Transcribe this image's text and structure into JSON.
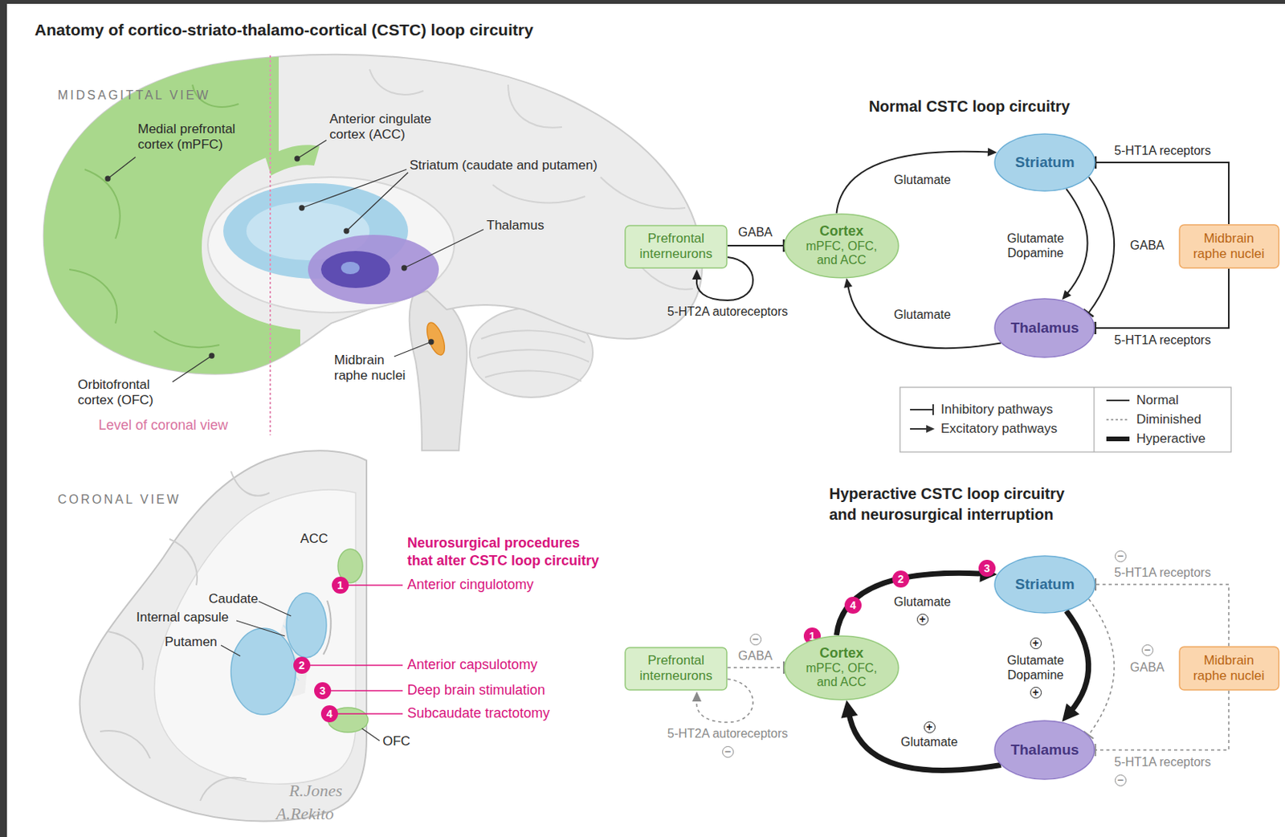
{
  "diagram": {
    "title": "Anatomy of cortico-striato-thalamo-cortical (CSTC) loop circuitry",
    "nodes": [
      {
        "text": [
          "Prefrontal interneurons"
        ]
      },
      {
        "text": [
          "Cortex",
          "mPFC, OFC, and ACC"
        ]
      },
      {
        "text": [
          "Striatum"
        ]
      },
      {
        "text": [
          "Thalamus"
        ]
      },
      {
        "text": [
          "Midbrain raphe nuclei"
        ]
      },
      {
        "text": [
          "Prefrontal interneurons"
        ]
      },
      {
        "text": [
          "Cortex",
          "mPFC, OFC, and ACC"
        ]
      },
      {
        "text": [
          "Striatum"
        ]
      },
      {
        "text": [
          "Thalamus"
        ]
      },
      {
        "text": [
          "Midbrain raphe nuclei"
        ]
      }
    ],
    "edges": [
      {
        "from": 1,
        "to": 2,
        "label": "Glutamate",
        "arrow": "to"
      },
      {
        "from": 3,
        "to": 1,
        "label": "Glutamate",
        "arrow": "to"
      },
      {
        "from": 2,
        "to": 3,
        "label": "Glutamate Dopamine",
        "arrow": "to"
      },
      {
        "from": 2,
        "to": 3,
        "label": "GABA",
        "arrow": "to"
      },
      {
        "from": 0,
        "to": 1,
        "label": "GABA",
        "arrow": "to"
      },
      {
        "from": 4,
        "to": 2,
        "label": "5-HT1A receptors",
        "arrow": "to"
      },
      {
        "from": 4,
        "to": 3,
        "label": "5-HT1A receptors",
        "arrow": "to"
      },
      {
        "from": 6,
        "to": 7,
        "label": "Glutamate",
        "arrow": "to"
      },
      {
        "from": 8,
        "to": 6,
        "label": "Glutamate",
        "arrow": "to"
      },
      {
        "from": 7,
        "to": 8,
        "label": "Glutamate Dopamine",
        "arrow": "to"
      },
      {
        "from": 7,
        "to": 8,
        "label": "GABA",
        "arrow": "to"
      },
      {
        "from": 5,
        "to": 6,
        "label": "GABA",
        "arrow": "to"
      },
      {
        "from": 9,
        "to": 7,
        "label": "5-HT1A receptors",
        "arrow": "to"
      },
      {
        "from": 9,
        "to": 8,
        "label": "5-HT1A receptors",
        "arrow": "to"
      }
    ],
    "labels": [
      "MIDSAGITTAL VIEW",
      "Medial prefrontal cortex (mPFC)",
      "Anterior cingulate cortex (ACC)",
      "Striatum (caudate and putamen)",
      "Thalamus",
      "Orbitofrontal cortex (OFC)",
      "Midbrain raphe nuclei",
      "Level of coronal view",
      "CORONAL VIEW",
      "ACC",
      "Caudate",
      "Internal capsule",
      "Putamen",
      "OFC",
      "1",
      "2",
      "3",
      "4",
      "Neurosurgical procedures that alter CSTC loop circuitry",
      "Anterior cingulotomy",
      "Anterior capsulotomy",
      "Deep brain stimulation",
      "Subcaudate tractotomy",
      "R.Jones",
      "A.Rekito",
      "Normal CSTC loop circuitry",
      "5-HT2A autoreceptors",
      "Hyperactive CSTC loop circuitry and neurosurgical interruption",
      "5-HT2A autoreceptors",
      "1",
      "2",
      "3",
      "4",
      "−",
      "−",
      "−",
      "−",
      "−",
      "+",
      "+",
      "+",
      "+"
    ],
    "legend": [
      {
        "text": "Inhibitory pathways"
      },
      {
        "text": "Excitatory pathways"
      },
      {
        "text": "Normal"
      },
      {
        "text": "Diminished"
      },
      {
        "text": "Hyperactive"
      }
    ]
  }
}
